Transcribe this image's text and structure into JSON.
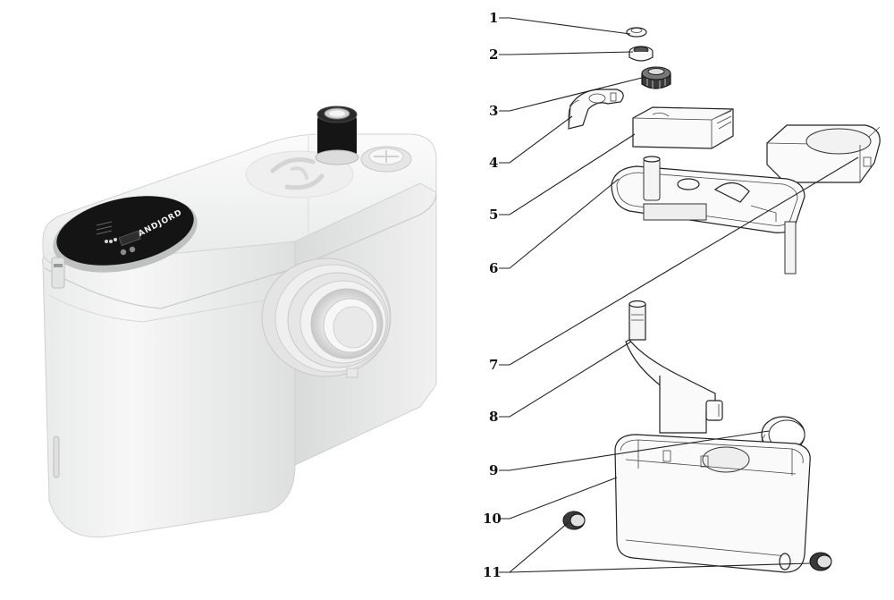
{
  "product": {
    "brand_logo_text": "VANDJORD",
    "panel_color": "#111111",
    "body_color": "#f3f4f4"
  },
  "callouts": [
    {
      "number": "1",
      "part": "cap"
    },
    {
      "number": "2",
      "part": "ring"
    },
    {
      "number": "3",
      "part": "check-valve"
    },
    {
      "number": "4",
      "part": "top-clip"
    },
    {
      "number": "5",
      "part": "control-box"
    },
    {
      "number": "6",
      "part": "lid-frame"
    },
    {
      "number": "7",
      "part": "inlet-cover"
    },
    {
      "number": "8",
      "part": "discharge-pipe"
    },
    {
      "number": "9",
      "part": "seal-plate"
    },
    {
      "number": "10",
      "part": "tank"
    },
    {
      "number": "11",
      "part": "plug"
    }
  ]
}
